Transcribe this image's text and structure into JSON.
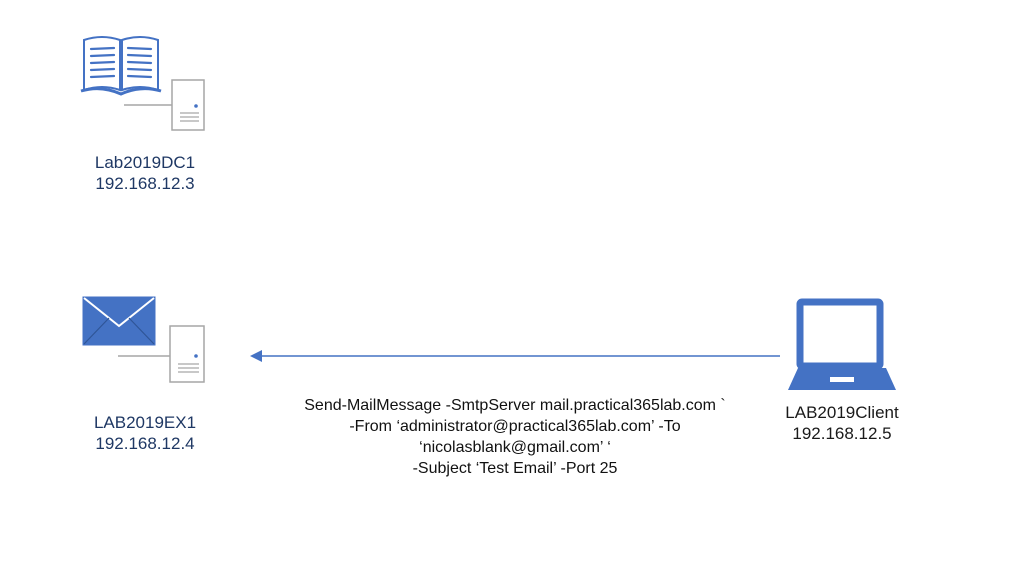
{
  "colors": {
    "accent": "#4472c4",
    "server_stroke": "#a6a6a6",
    "label_text": "#1f3864"
  },
  "icons": {
    "directory": "book-icon",
    "mail": "envelope-icon",
    "server": "server-icon",
    "client": "laptop-icon"
  },
  "nodes": {
    "dc": {
      "name": "Lab2019DC1",
      "ip": "192.168.12.3"
    },
    "ex": {
      "name": "LAB2019EX1",
      "ip": "192.168.12.4"
    },
    "client": {
      "name": "LAB2019Client",
      "ip": "192.168.12.5"
    }
  },
  "command": {
    "lines": [
      "Send-MailMessage -SmtpServer mail.practical365lab.com `",
      "-From ‘administrator@practical365lab.com’ -To",
      "‘nicolasblank@gmail.com’ ‘",
      "-Subject ‘Test Email’ -Port 25"
    ]
  }
}
